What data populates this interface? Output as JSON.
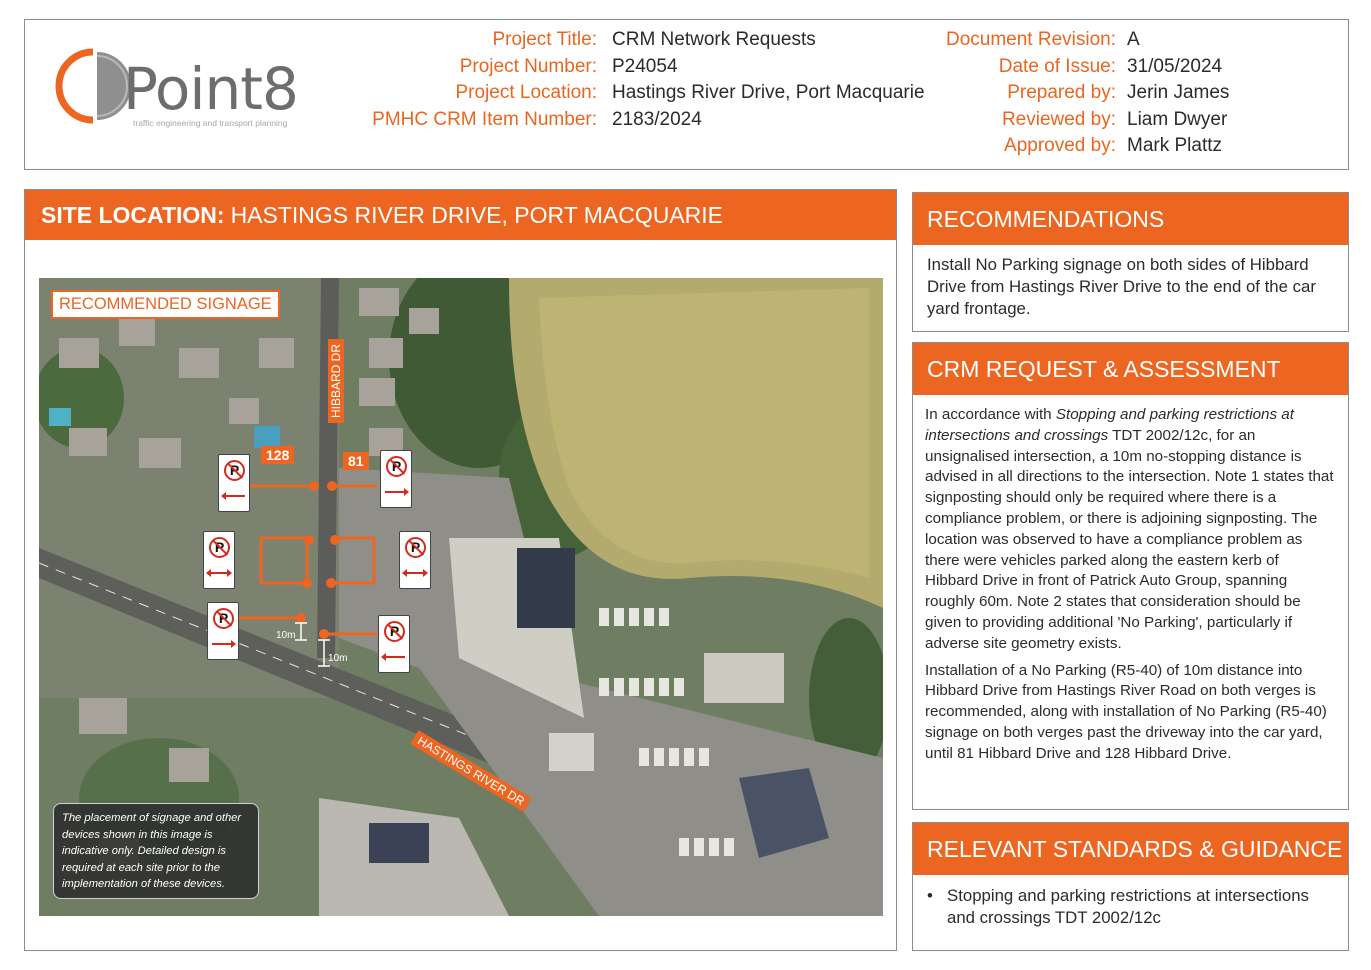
{
  "brand": {
    "logo_name": "Point8",
    "logo_tagline": "traffic engineering and transport planning",
    "accent": "#ec6622"
  },
  "project": {
    "title_label": "Project Title:",
    "title_value": "CRM Network Requests",
    "number_label": "Project Number:",
    "number_value": "P24054",
    "location_label": "Project Location:",
    "location_value": "Hastings River Drive, Port Macquarie",
    "crm_label": "PMHC CRM Item Number:",
    "crm_value": "2183/2024"
  },
  "document": {
    "revision_label": "Document Revision:",
    "revision_value": "A",
    "issue_label": "Date of Issue:",
    "issue_value": "31/05/2024",
    "prepared_label": "Prepared by:",
    "prepared_value": "Jerin James",
    "reviewed_label": "Reviewed by:",
    "reviewed_value": "Liam Dwyer",
    "approved_label": "Approved by:",
    "approved_value": "Mark Plattz"
  },
  "site": {
    "heading_bold": "SITE LOCATION:",
    "heading_rest": "HASTINGS RIVER DRIVE, PORT MACQUARIE",
    "map": {
      "legend_label": "RECOMMENDED SIGNAGE",
      "road_hibbard": "HIBBARD DR",
      "road_hastings": "HASTINGS RIVER DR",
      "house_128": "128",
      "house_81": "81",
      "dist_west": "10m",
      "dist_east": "10m",
      "sign_symbol": "P",
      "disclaimer": "The placement of signage and other devices shown in this image is indicative only. Detailed design is required at each site prior to the implementation of these devices."
    }
  },
  "recommendations": {
    "heading": "RECOMMENDATIONS",
    "text": "Install No Parking signage on both sides of Hibbard Drive from Hastings River Drive to the end of the car yard frontage."
  },
  "crm": {
    "heading": "CRM REQUEST & ASSESSMENT",
    "p1_start": "In accordance with ",
    "p1_italic": "Stopping and parking restrictions at intersections and crossings",
    "p1_end": " TDT 2002/12c, for an unsignalised intersection, a 10m no-stopping distance is advised in all directions to the intersection. Note 1 states that signposting should only be required where there is a compliance problem, or there is adjoining signposting.  The location was observed to have a compliance problem as there were vehicles parked along the eastern kerb of Hibbard Drive in front of Patrick Auto Group, spanning roughly 60m. Note 2 states that consideration should be given to providing additional 'No Parking', particularly if adverse site geometry exists.",
    "p2": "Installation of a No Parking (R5-40) of 10m distance into Hibbard Drive from Hastings River Road on both verges is recommended, along with installation of No Parking (R5-40) signage on both verges past the driveway into the car yard, until 81 Hibbard Drive and 128 Hibbard Drive."
  },
  "standards": {
    "heading": "RELEVANT STANDARDS & GUIDANCE",
    "items": [
      "Stopping and parking restrictions at intersections and crossings TDT 2002/12c"
    ]
  }
}
